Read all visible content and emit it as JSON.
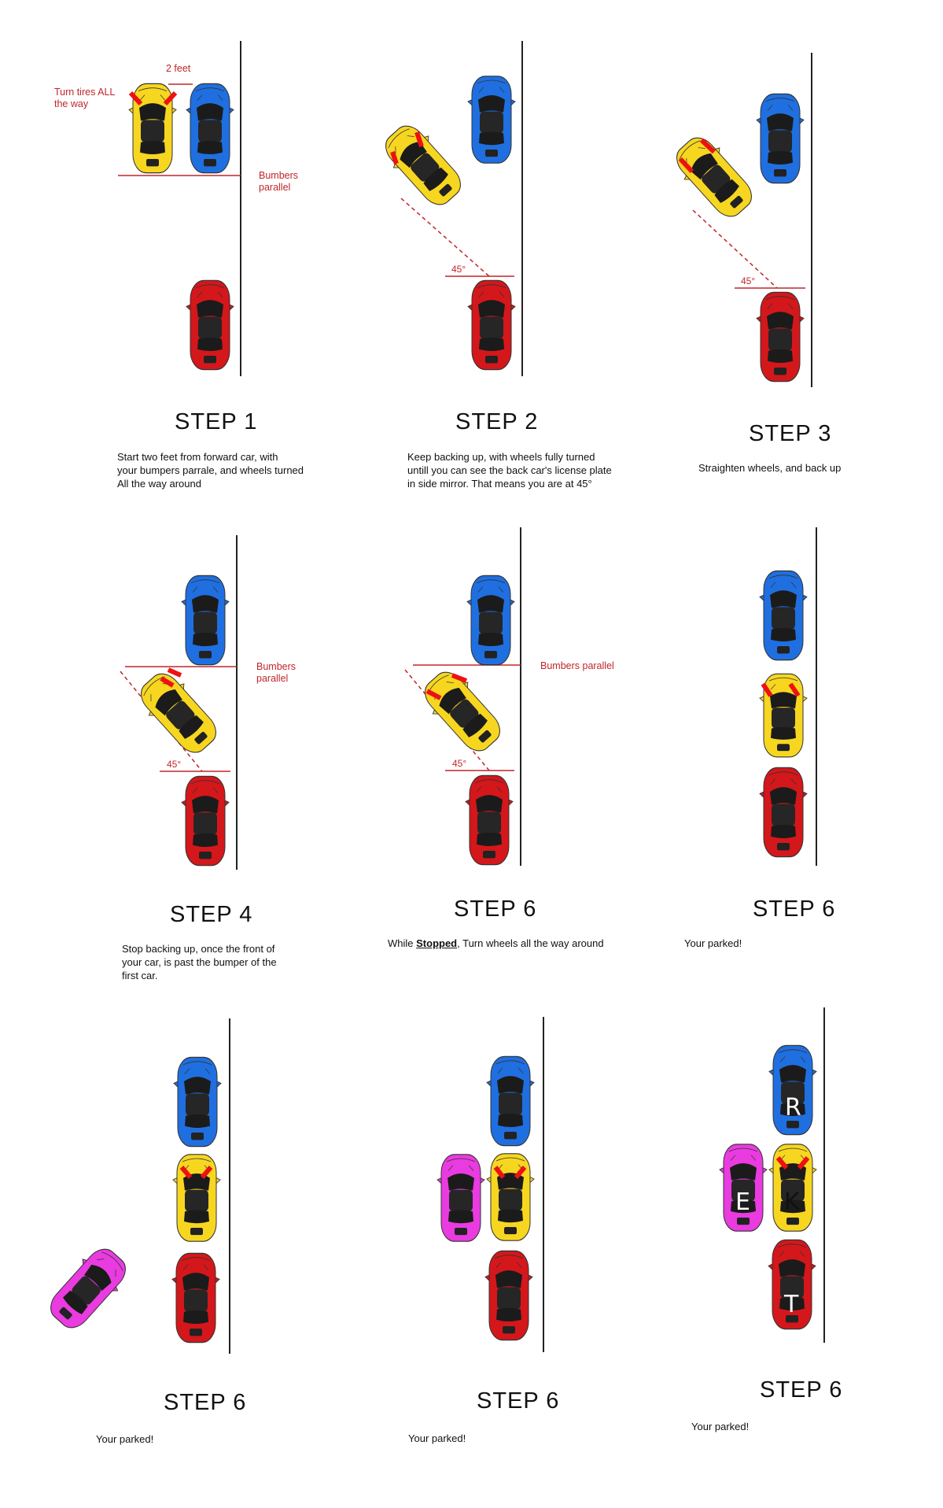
{
  "colors": {
    "blue": "#1f6fe0",
    "red": "#d4171b",
    "yellow": "#f7d620",
    "magenta": "#e93be0",
    "annotation": "#c0262b",
    "curb": "#222222"
  },
  "panels": [
    {
      "title": "STEP 1",
      "desc": [
        "Start two feet from forward car, with",
        "your bumpers parrale, and wheels turned",
        "All the way around"
      ],
      "annotations": {
        "turn_tires": [
          "Turn tires ALL",
          "the way"
        ],
        "two_feet": "2 feet",
        "bumpers": "Bumbers parallel"
      }
    },
    {
      "title": "STEP 2",
      "desc": [
        "Keep backing up, with wheels fully  turned",
        "untill you can see the back car's license plate",
        "in side mirror. That means you are at 45°"
      ],
      "annotations": {
        "angle": "45°"
      }
    },
    {
      "title": "STEP 3",
      "desc": [
        "Straighten wheels, and back up"
      ],
      "annotations": {
        "angle": "45°"
      }
    },
    {
      "title": "STEP 4",
      "desc": [
        "Stop backing up, once the front of",
        "your car, is past the bumper of the",
        "first car."
      ],
      "annotations": {
        "bumpers": "Bumbers parallel",
        "angle": "45°"
      }
    },
    {
      "title": "STEP 6",
      "desc_parts": {
        "before": "While ",
        "strong": "Stopped",
        "after": ", Turn wheels all the way around"
      },
      "annotations": {
        "bumpers": "Bumbers parallel",
        "angle": "45°"
      }
    },
    {
      "title": "STEP 6",
      "desc": [
        "Your parked!"
      ]
    },
    {
      "title": "STEP 6",
      "desc": [
        "Your parked!"
      ]
    },
    {
      "title": "STEP 6",
      "desc": [
        "Your parked!"
      ]
    },
    {
      "title": "STEP 6",
      "desc": [
        "Your parked!"
      ],
      "letters": {
        "blue": "R",
        "magenta": "E",
        "yellow": "K",
        "red": "T"
      }
    }
  ]
}
